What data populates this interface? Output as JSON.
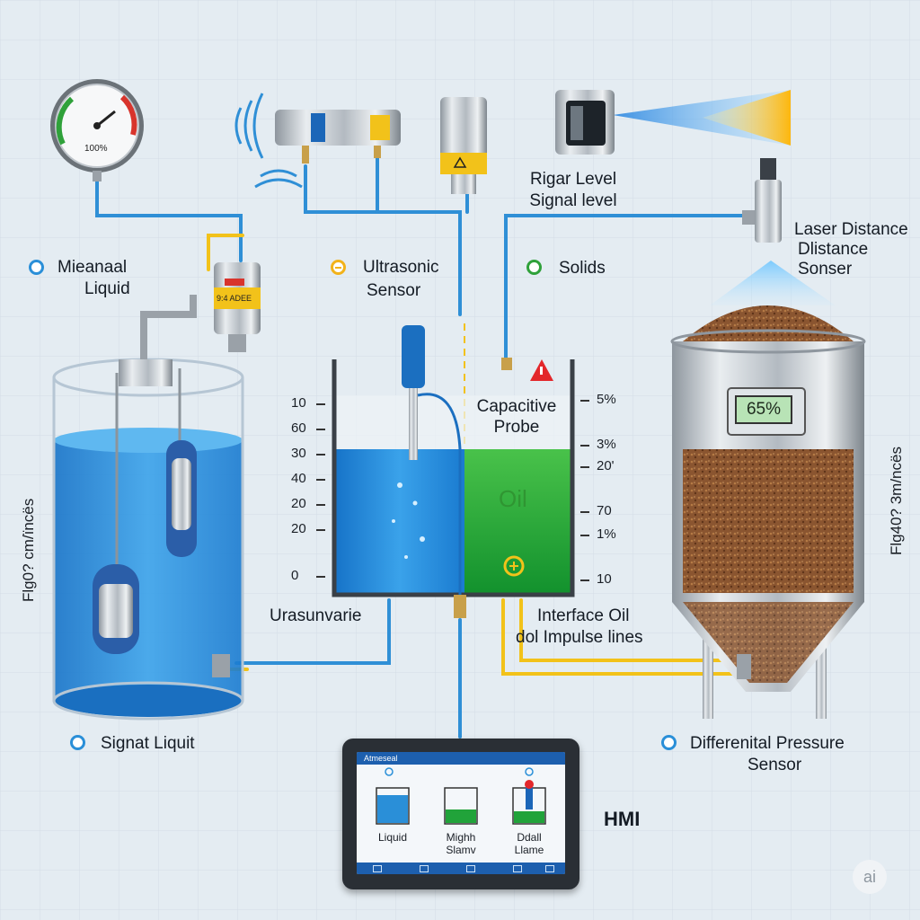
{
  "labels": {
    "mechanical_liquid": [
      "Mieanaal",
      "Liquid"
    ],
    "ultrasonic_sensor": [
      "Ultrasonic",
      "Sensor"
    ],
    "solids": "Solids",
    "radar_level": [
      "Rigar Level",
      "Signal level"
    ],
    "laser_distance": [
      "Laser Distance",
      "Dlistance",
      "Sonser"
    ],
    "capacitive_probe": [
      "Capacitive",
      "Probe"
    ],
    "oil": "Oil",
    "urasunvarie": "Urasunvarie",
    "interface_oil": [
      "Interface Oil",
      "dol Impulse lines"
    ],
    "signal_liquid": "Signat Liquit",
    "differential_pressure": [
      "Differenital Pressure",
      "Sensor"
    ],
    "hmi": "HMI",
    "left_vertical": "Flg0? cm/ïncës",
    "right_vertical": "Flg40? 3m/ncës",
    "gauge_reading": "100%",
    "transmitter_display": "9:4 ADEE",
    "panel_reading": "65%",
    "ai_badge": "ai"
  },
  "scales": {
    "left": [
      "10",
      "60",
      "30",
      "40",
      "20",
      "20",
      "0"
    ],
    "right": [
      "5%",
      "3%",
      "20'",
      "70",
      "1%",
      "10"
    ]
  },
  "hmi_screen": {
    "title": "Atmeseal",
    "items": [
      {
        "lines": [
          "Liquid"
        ]
      },
      {
        "lines": [
          "Mighh",
          "Slamv"
        ]
      },
      {
        "lines": [
          "Ddall",
          "Llame"
        ]
      }
    ]
  },
  "colors": {
    "water": "#1f84d6",
    "oil": "#1ea93a",
    "solids": "#8a5530",
    "pipe": "#2f8fd6",
    "impulse": "#f2c21a",
    "background": "#e4ecf2"
  }
}
